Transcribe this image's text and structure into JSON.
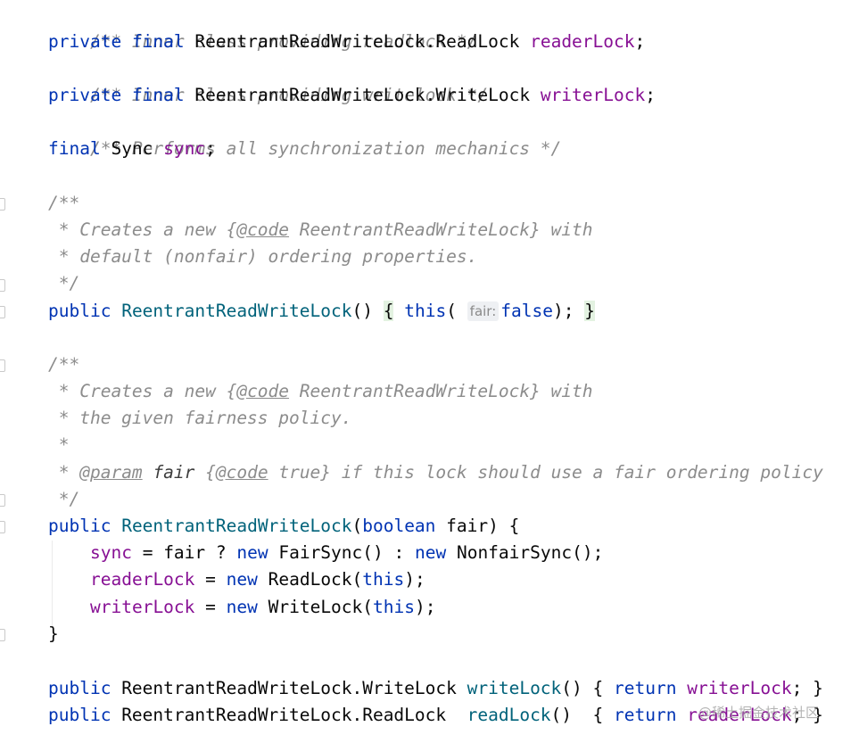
{
  "editor": {
    "lines": {
      "l1_comment": "/** Inner class providing readlock */",
      "l2_private": "private",
      "l2_final": "final",
      "l2_type": "ReentrantReadWriteLock.ReadLock",
      "l2_field": "readerLock",
      "l2_semi": ";",
      "l3_comment": "/** Inner class providing writelock */",
      "l4_private": "private",
      "l4_final": "final",
      "l4_type": "ReentrantReadWriteLock.WriteLock",
      "l4_field": "writerLock",
      "l4_semi": ";",
      "l5_comment": "/** Performs all synchronization mechanics */",
      "l6_final": "final",
      "l6_type": "Sync",
      "l6_field": "sync",
      "l6_semi": ";",
      "c1_open": "/**",
      "c1_l1_a": " * Creates a new {",
      "c1_l1_tag": "@code",
      "c1_l1_b": " ReentrantReadWriteLock} with",
      "c1_l2": " * default (nonfair) ordering properties.",
      "c1_close": " */",
      "ctor1_public": "public",
      "ctor1_name": "ReentrantReadWriteLock",
      "ctor1_parens": "() ",
      "ctor1_lbrace": "{",
      "ctor1_this": "this",
      "ctor1_lparen": "( ",
      "ctor1_hint": "fair:",
      "ctor1_false": "false",
      "ctor1_end": ");",
      "ctor1_rbrace": "}",
      "c2_open": "/**",
      "c2_l1_a": " * Creates a new {",
      "c2_l1_tag": "@code",
      "c2_l1_b": " ReentrantReadWriteLock} with",
      "c2_l2": " * the given fairness policy.",
      "c2_l3": " *",
      "c2_l4_a": " * ",
      "c2_l4_tag": "@param",
      "c2_l4_param": "fair",
      "c2_l4_b": " {",
      "c2_l4_tag2": "@code",
      "c2_l4_c": " true} if this lock should use a fair ordering policy",
      "c2_close": " */",
      "ctor2_public": "public",
      "ctor2_name": "ReentrantReadWriteLock",
      "ctor2_lparen": "(",
      "ctor2_boolean": "boolean",
      "ctor2_rest": " fair) {",
      "b1_field": "sync",
      "b1_a": " = fair ? ",
      "b1_new1": "new",
      "b1_b": " FairSync() : ",
      "b1_new2": "new",
      "b1_c": " NonfairSync();",
      "b2_field": "readerLock",
      "b2_a": " = ",
      "b2_new": "new",
      "b2_b": " ReadLock(",
      "b2_this": "this",
      "b2_c": ");",
      "b3_field": "writerLock",
      "b3_a": " = ",
      "b3_new": "new",
      "b3_b": " WriteLock(",
      "b3_this": "this",
      "b3_c": ");",
      "ctor2_close": "}",
      "m1_public": "public",
      "m1_type": " ReentrantReadWriteLock.WriteLock ",
      "m1_name": "writeLock",
      "m1_a": "() { ",
      "m1_return": "return",
      "m1_field": "writerLock",
      "m1_b": "; }",
      "m2_public": "public",
      "m2_type": " ReentrantReadWriteLock.ReadLock  ",
      "m2_name": "readLock",
      "m2_a": "()  { ",
      "m2_return": "return",
      "m2_field": "readerLock",
      "m2_b": "; }"
    },
    "watermark": "@稀土掘金技术社区"
  },
  "colors": {
    "keyword": "#0033b3",
    "field": "#871094",
    "method": "#00627a",
    "comment": "#8c8c8c",
    "text": "#080808",
    "brace_highlight": "#e3f2e1"
  }
}
